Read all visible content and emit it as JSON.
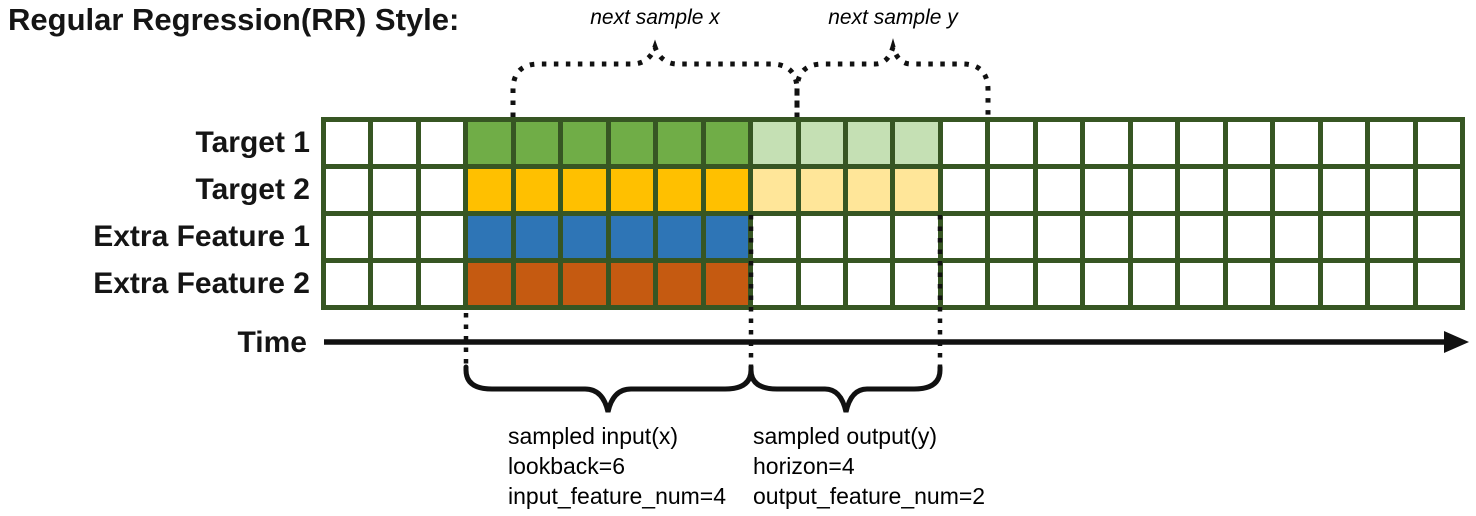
{
  "title": "Regular Regression(RR) Style:",
  "grid": {
    "columns": 24,
    "lead_empty": 3,
    "lookback": 6,
    "horizon": 4,
    "border_color": "#375623",
    "empty_cell_color": "#ffffff"
  },
  "rows": [
    {
      "label": "Target 1",
      "lookback_color": "#70AD47",
      "horizon_color": "#C5E0B4"
    },
    {
      "label": "Target 2",
      "lookback_color": "#FFC000",
      "horizon_color": "#FFE699"
    },
    {
      "label": "Extra Feature 1",
      "lookback_color": "#2E75B6",
      "horizon_color": null
    },
    {
      "label": "Extra Feature 2",
      "lookback_color": "#C55A11",
      "horizon_color": null
    }
  ],
  "annotations": {
    "next_sample_x": "next sample x",
    "next_sample_y": "next sample y",
    "time_label": "Time",
    "sampled_input": [
      "sampled input(x)",
      "lookback=6",
      "input_feature_num=4"
    ],
    "sampled_output": [
      "sampled output(y)",
      "horizon=4",
      "output_feature_num=2"
    ]
  }
}
